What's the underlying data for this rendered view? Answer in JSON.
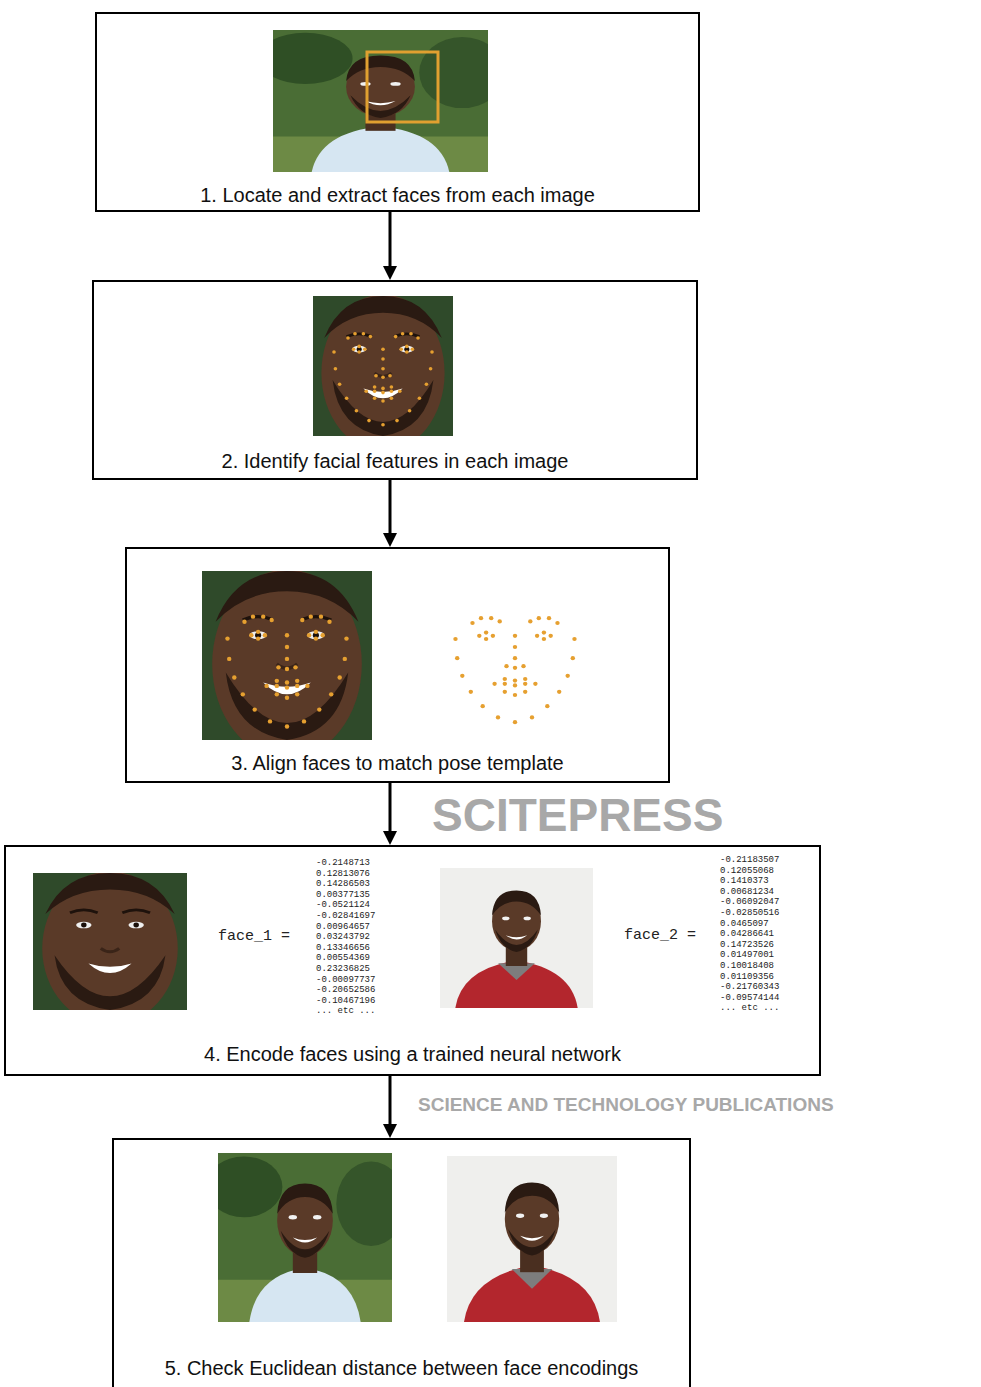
{
  "diagram": {
    "nodes": [
      {
        "text": [
          "1. Locate and extract faces from each image"
        ]
      },
      {
        "text": [
          "2. Identify facial features in each image"
        ]
      },
      {
        "text": [
          "3. Align faces to match pose template"
        ]
      },
      {
        "text": [
          "4. Encode faces using a trained neural network"
        ]
      },
      {
        "text": [
          "5. Check Euclidean distance between face encodings"
        ]
      }
    ],
    "edges": [
      {
        "from": 0,
        "to": 1,
        "arrow": "to"
      },
      {
        "from": 1,
        "to": 2,
        "arrow": "to"
      },
      {
        "from": 2,
        "to": 3,
        "arrow": "to"
      },
      {
        "from": 3,
        "to": 4,
        "arrow": "to"
      }
    ],
    "labels": [
      "face_1 =",
      "face_2 =",
      "-0.2148713",
      "0.12813076",
      "0.14286503",
      "0.00377135",
      "-0.0521124",
      "-0.02841697",
      "0.00964657",
      "0.03243792",
      "0.13346656",
      "0.00554369",
      "0.23236825",
      "-0.00097737",
      "-0.20652586",
      "-0.10467196",
      "... etc ...",
      "-0.21183507",
      "0.12055068",
      "0.1410373",
      "0.00681234",
      "-0.06092047",
      "-0.02850516",
      "0.0465097",
      "0.04286641",
      "0.14723526",
      "0.01497001",
      "0.10018408",
      "0.01109356",
      "-0.21760343",
      "-0.09574144",
      "... etc ...",
      "SCITEPRESS",
      "SCIENCE AND TECHNOLOGY PUBLICATIONS"
    ]
  }
}
